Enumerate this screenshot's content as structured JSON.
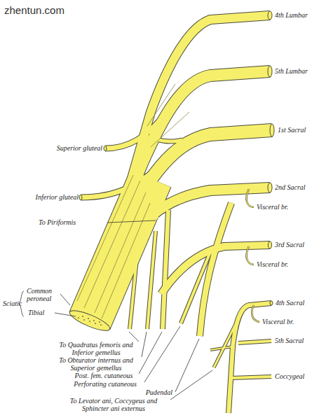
{
  "diagram": {
    "labels": [
      "zhentun.com",
      "4th Lumbar",
      "5th Lumbar",
      "1st Sacral",
      "2nd Sacral",
      "Visceral br.",
      "Superior gluteal",
      "Inferior gluteal",
      "To Piriformis",
      "3rd Sacral",
      "Visceral br.",
      "Sciatic",
      "Common peroneal",
      "Tibial",
      "4th Sacral",
      "Visceral br.",
      "5th Sacral",
      "Coccygeal",
      "To Quadratus femoris and Inferior gemellus",
      "To Obturator internus and Superior gemellus",
      "Post. fem. cutaneous",
      "Perforating cutaneous",
      "Pudendal",
      "To Levator ani, Coccygeus and Sphincter ani externus"
    ]
  }
}
